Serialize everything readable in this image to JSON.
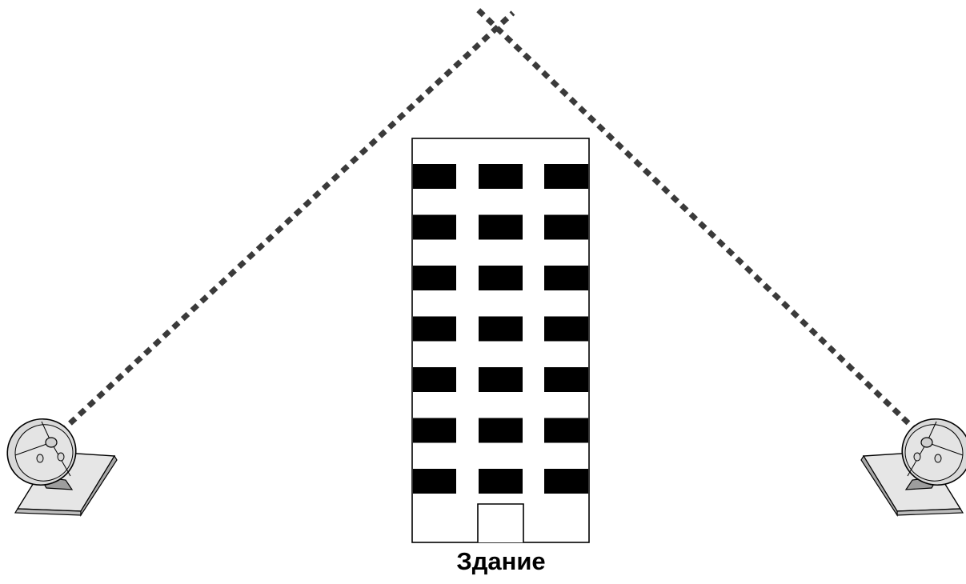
{
  "diagram": {
    "building_label": "Здание",
    "elements": {
      "left_antenna": "satellite-dish-icon",
      "right_antenna": "satellite-dish-icon",
      "building": "building-icon"
    },
    "colors": {
      "line": "#000000",
      "signal_path": "#3a3a3a",
      "dish_fill": "#d9d9d9",
      "base_fill": "#e6e6e6"
    },
    "building_grid": {
      "rows": 7,
      "columns": 3
    }
  }
}
